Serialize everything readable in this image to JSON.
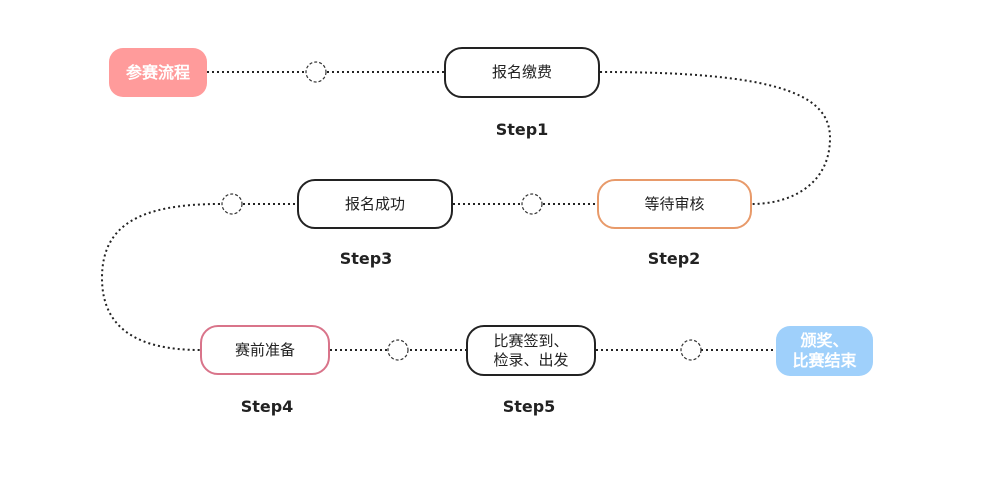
{
  "start_badge": {
    "label": "参赛流程",
    "color": "#ff9b9b"
  },
  "end_badge": {
    "label": "颁奖、\n比赛结束",
    "color": "#9fd0fb"
  },
  "steps": [
    {
      "label": "报名缴费",
      "step": "Step1",
      "border_color": "#222222"
    },
    {
      "label": "等待审核",
      "step": "Step2",
      "border_color": "#e89a6a"
    },
    {
      "label": "报名成功",
      "step": "Step3",
      "border_color": "#222222"
    },
    {
      "label": "赛前准备",
      "step": "Step4",
      "border_color": "#d9748a"
    },
    {
      "label": "比赛签到、\n检录、出发",
      "step": "Step5",
      "border_color": "#222222"
    }
  ]
}
